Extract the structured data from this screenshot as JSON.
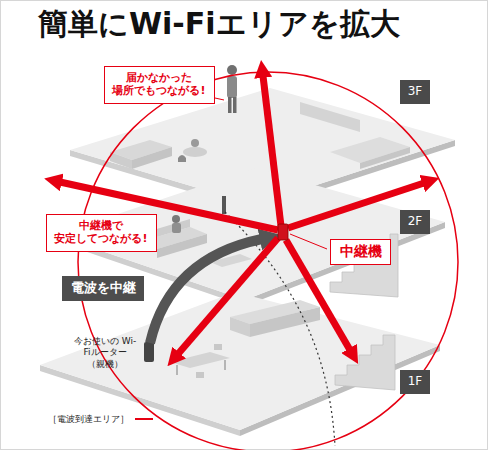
{
  "diagram": {
    "title": "簡単にWi-Fiエリアを拡大",
    "nodes": [
      {
        "text": [
          "届かなかった 場所でもつながる!"
        ]
      },
      {
        "text": [
          "中継機で 安定してつながる!"
        ]
      },
      {
        "text": [
          "中継機"
        ]
      },
      {
        "text": [
          "電波を中継"
        ]
      },
      {
        "text": [
          "3F"
        ]
      },
      {
        "text": [
          "2F"
        ]
      },
      {
        "text": [
          "1F"
        ]
      }
    ],
    "labels": [
      "今お使いの Wi-Fiルーター （親機）"
    ],
    "legend": [
      {
        "text": "［電波到達エリア］"
      }
    ]
  }
}
